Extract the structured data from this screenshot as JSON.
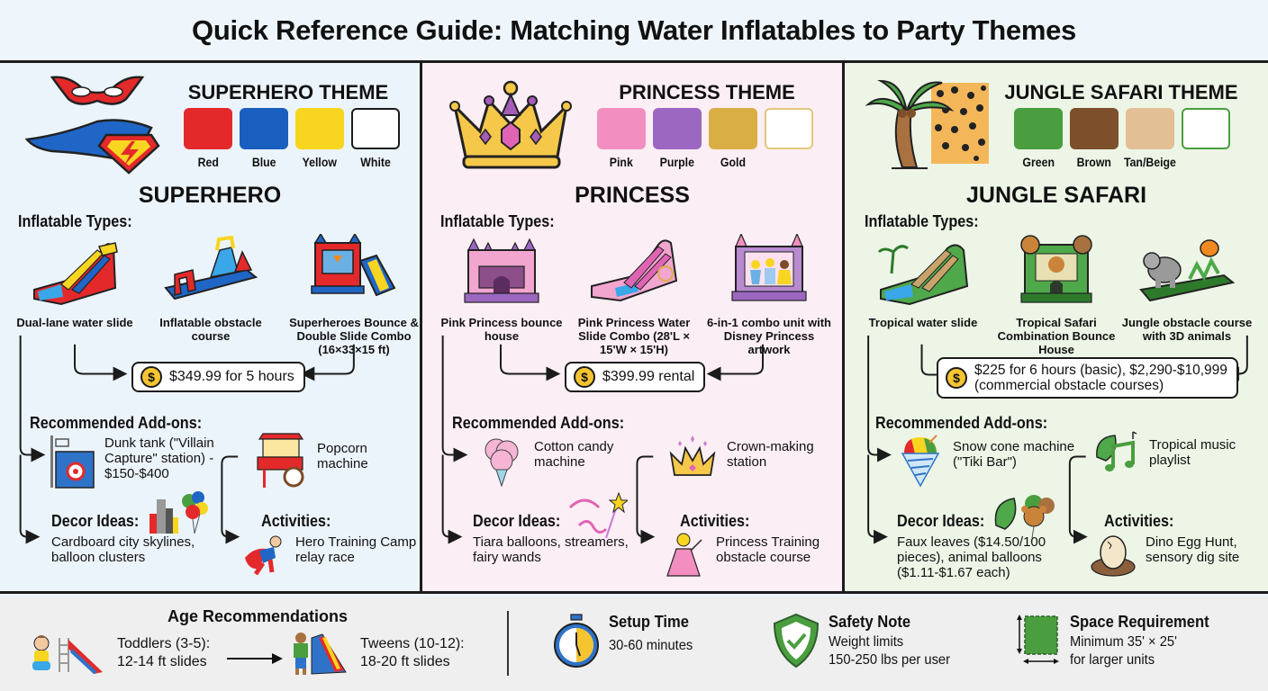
{
  "title": "Quick Reference Guide: Matching Water Inflatables to Party Themes",
  "panels": [
    {
      "theme_heading": "SUPERHERO THEME",
      "name": "SUPERHERO",
      "icon": "superhero-mask-cape-icon",
      "background": "#ecf4fb",
      "swatches": [
        {
          "label": "Red",
          "color": "#e4292b"
        },
        {
          "label": "Blue",
          "color": "#1a5fc0"
        },
        {
          "label": "Yellow",
          "color": "#f8d520"
        },
        {
          "label": "White",
          "color": "#ffffff"
        }
      ],
      "inflatable_types_label": "Inflatable Types:",
      "inflatables": [
        {
          "caption": "Dual-lane water slide",
          "icon": "water-slide-icon"
        },
        {
          "caption": "Inflatable obstacle course",
          "icon": "obstacle-course-icon"
        },
        {
          "caption": "Superheroes Bounce & Double Slide Combo (16×33×15 ft)",
          "icon": "bounce-combo-icon"
        }
      ],
      "price": "$349.99 for 5 hours",
      "addons_label": "Recommended Add-ons:",
      "addons": [
        {
          "text": "Dunk tank (\"Villain Capture\" station) - $150-$400",
          "icon": "dunk-tank-icon"
        },
        {
          "text": "Popcorn machine",
          "icon": "popcorn-cart-icon"
        }
      ],
      "decor_label": "Decor Ideas:",
      "decor": {
        "text": "Cardboard city skylines, balloon clusters",
        "icon": "city-balloons-icon"
      },
      "activities_label": "Activities:",
      "activities": {
        "text": "Hero Training Camp relay race",
        "icon": "flying-hero-icon"
      }
    },
    {
      "theme_heading": "PRINCESS THEME",
      "name": "PRINCESS",
      "icon": "crown-icon",
      "background": "#fbeef5",
      "swatches": [
        {
          "label": "Pink",
          "color": "#f28fc0"
        },
        {
          "label": "Purple",
          "color": "#9b67c0"
        },
        {
          "label": "Gold",
          "color": "#d9ae45"
        },
        {
          "label": "",
          "color": "#ffffff"
        }
      ],
      "inflatable_types_label": "Inflatable Types:",
      "inflatables": [
        {
          "caption": "Pink Princess bounce house",
          "icon": "castle-icon"
        },
        {
          "caption": "Pink Princess Water Slide Combo (28'L × 15'W × 15'H)",
          "icon": "pink-slide-icon"
        },
        {
          "caption": "6-in-1 combo unit with Disney Princess artwork",
          "icon": "princess-combo-icon"
        }
      ],
      "price": "$399.99 rental",
      "addons_label": "Recommended Add-ons:",
      "addons": [
        {
          "text": "Cotton candy machine",
          "icon": "cotton-candy-icon"
        },
        {
          "text": "Crown-making station",
          "icon": "small-crown-icon"
        }
      ],
      "decor_label": "Decor Ideas:",
      "decor": {
        "text": "Tiara balloons, streamers, fairy wands",
        "icon": "tiara-wand-icon"
      },
      "activities_label": "Activities:",
      "activities": {
        "text": "Princess Training obstacle course",
        "icon": "princess-icon"
      }
    },
    {
      "theme_heading": "JUNGLE SAFARI THEME",
      "name": "JUNGLE SAFARI",
      "icon": "palm-leopard-icon",
      "background": "#ecf5e6",
      "swatches": [
        {
          "label": "Green",
          "color": "#4a9e3f"
        },
        {
          "label": "Brown",
          "color": "#7d4f2a"
        },
        {
          "label": "Tan/Beige",
          "color": "#e3bf95"
        },
        {
          "label": "",
          "color": "#ffffff"
        }
      ],
      "inflatable_types_label": "Inflatable Types:",
      "inflatables": [
        {
          "caption": "Tropical water slide",
          "icon": "tropical-slide-icon"
        },
        {
          "caption": "Tropical Safari Combination Bounce House",
          "icon": "safari-bounce-icon"
        },
        {
          "caption": "Jungle obstacle course with 3D animals",
          "icon": "jungle-obstacle-icon"
        }
      ],
      "price_line1": "$225 for 6 hours (basic), $2,290-$10,999",
      "price_line2": "(commercial obstacle courses)",
      "addons_label": "Recommended Add-ons:",
      "addons": [
        {
          "text": "Snow cone machine (\"Tiki Bar\")",
          "icon": "snow-cone-icon"
        },
        {
          "text": "Tropical music playlist",
          "icon": "music-leaf-icon"
        }
      ],
      "decor_label": "Decor Ideas:",
      "decor": {
        "text": "Faux leaves ($14.50/100 pieces), animal balloons ($1.11-$1.67 each)",
        "icon": "leaf-bear-balloon-icon"
      },
      "activities_label": "Activities:",
      "activities": {
        "text": "Dino Egg Hunt, sensory dig site",
        "icon": "dino-egg-icon"
      }
    }
  ],
  "footer": {
    "age": {
      "title": "Age Recommendations",
      "toddlers_line1": "Toddlers (3-5):",
      "toddlers_line2": "12-14 ft slides",
      "tweens_line1": "Tweens (10-12):",
      "tweens_line2": "18-20 ft slides"
    },
    "setup": {
      "title": "Setup Time",
      "text": "30-60 minutes"
    },
    "safety": {
      "title": "Safety Note",
      "line1": "Weight limits",
      "line2": "150-250 lbs per user"
    },
    "space": {
      "title": "Space Requirement",
      "line1": "Minimum 35' × 25'",
      "line2": "for larger units"
    }
  },
  "colors": {
    "border": "#1b1b1b",
    "coin": "#f5c431",
    "footer_bg": "#efefef"
  }
}
